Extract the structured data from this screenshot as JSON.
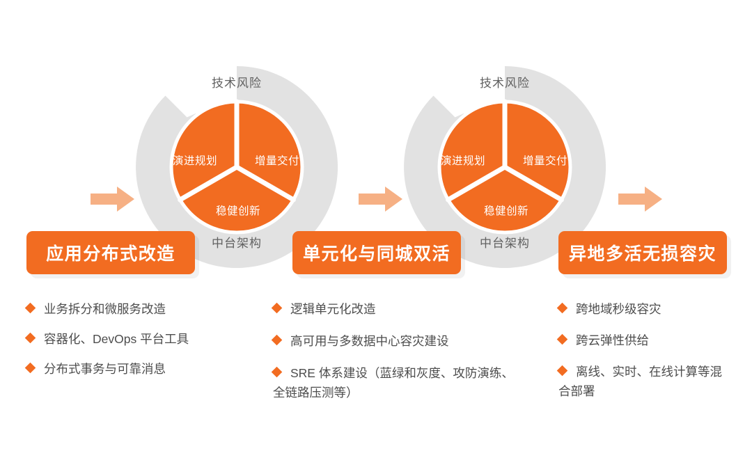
{
  "diagram": {
    "title_text": "",
    "colors": {
      "orange": "#F26C21",
      "arrow_orange": "#F6B084",
      "ring_gray": "#E2E2E2",
      "label_gray": "#616161",
      "body_gray": "#4d4d4d"
    },
    "cycles": [
      {
        "ring_top_label": "技术风险",
        "ring_bottom_label": "中台架构",
        "segments": [
          {
            "label": "演进规划"
          },
          {
            "label": "增量交付"
          },
          {
            "label": "稳健创新"
          }
        ]
      },
      {
        "ring_top_label": "技术风险",
        "ring_bottom_label": "中台架构",
        "segments": [
          {
            "label": "演进规划"
          },
          {
            "label": "增量交付"
          },
          {
            "label": "稳健创新"
          }
        ]
      }
    ],
    "arrows": [
      {
        "name": "arrow-stage-1"
      },
      {
        "name": "arrow-stage-2"
      },
      {
        "name": "arrow-stage-3"
      }
    ],
    "stages": [
      {
        "title": "应用分布式改造",
        "bullets": [
          "业务拆分和微服务改造",
          "容器化、DevOps 平台工具",
          "分布式事务与可靠消息"
        ]
      },
      {
        "title": "单元化与同城双活",
        "bullets": [
          "逻辑单元化改造",
          "高可用与多数据中心容灾建设",
          "SRE 体系建设（蓝绿和灰度、攻防演练、全链路压测等）"
        ]
      },
      {
        "title": "异地多活无损容灾",
        "bullets": [
          "跨地域秒级容灾",
          "跨云弹性供给",
          "离线、实时、在线计算等混合部署"
        ]
      }
    ]
  }
}
